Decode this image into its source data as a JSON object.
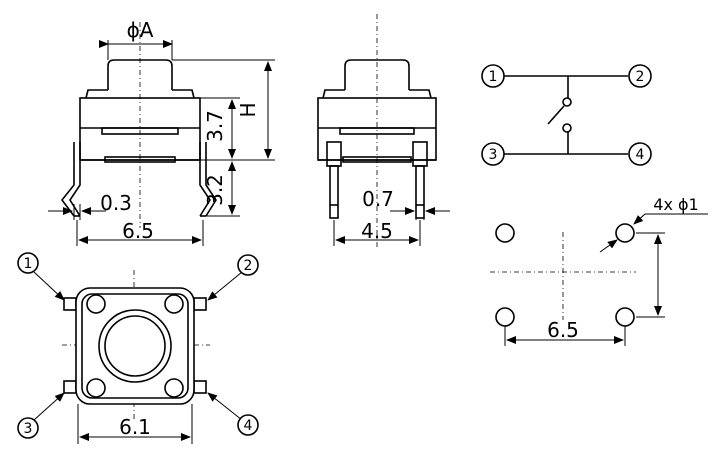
{
  "dimensions": {
    "phi_a": "ϕA",
    "h": "H",
    "d37": "3.7",
    "d32": "3.2",
    "d03": "0.3",
    "d65_front": "6.5",
    "d07": "0.7",
    "d45": "4.5",
    "d61": "6.1",
    "holes": "4x ϕ1",
    "d65_pcb": "6.5"
  },
  "pins": {
    "p1": "1",
    "p2": "2",
    "p3": "3",
    "p4": "4"
  }
}
